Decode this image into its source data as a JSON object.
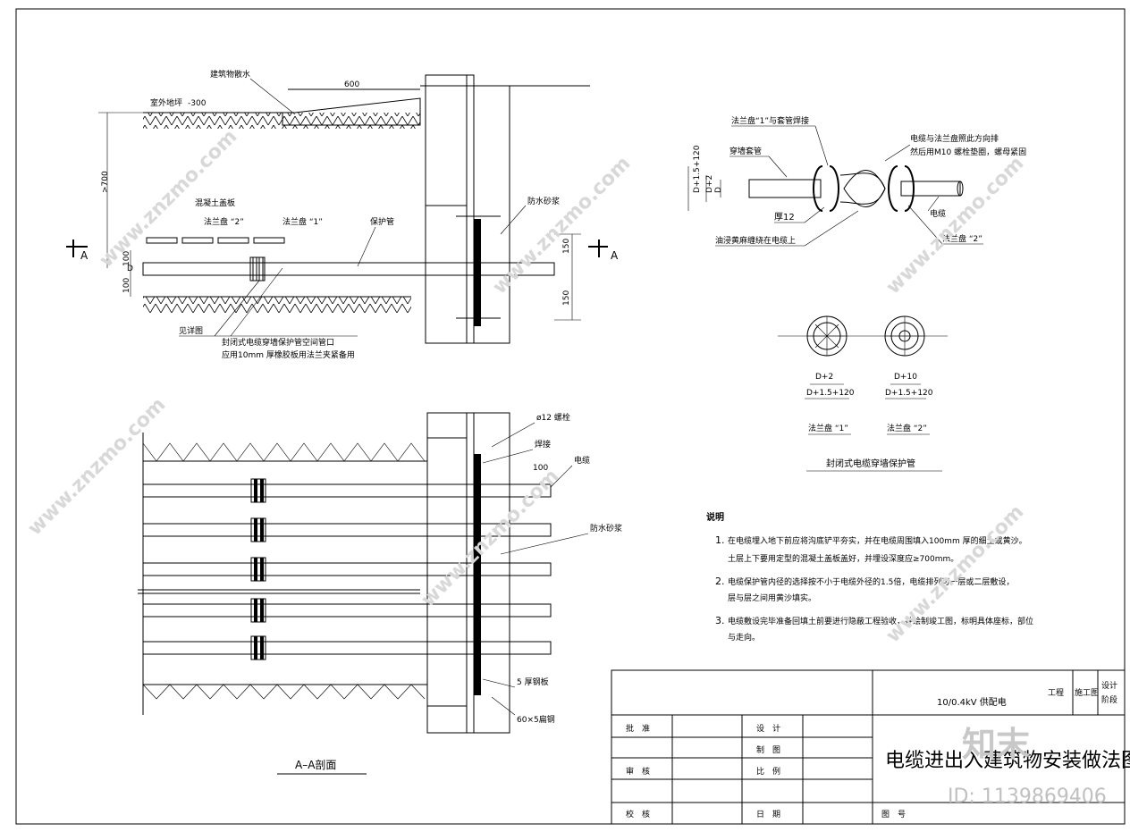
{
  "drawing": {
    "top_section": {
      "building_drip": "建筑物散水",
      "dim_600": "600",
      "outdoor_grade": "室外地坪",
      "grade_elev": "-300",
      "depth_dim": ">700",
      "concrete_cover": "混凝土盖板",
      "flange2": "法兰盘 “2”",
      "flange1": "法兰盘 “1”",
      "protect_pipe": "保护管",
      "waterproof_mortar": "防水砂浆",
      "dim_150_a": "150",
      "dim_150_b": "150",
      "dim_100_a": "100",
      "dim_100_b": "100",
      "dim_d": "D",
      "section_mark": "A",
      "see_detail": "见详图",
      "note_line1": "封闭式电缆穿墙保护管空间管口",
      "note_line2": "应用10mm 厚橡胶板用法兰夹紧备用"
    },
    "detail_right": {
      "flange_weld": "法兰盘“1”与套管焊接",
      "sleeve": "穿墙套管",
      "bolt_note1": "电缆与法兰盘照此方向排",
      "bolt_note2": "然后用M10 螺栓垫圈，螺母紧固",
      "thick12": "厚12",
      "cable": "电缆",
      "wrap": "油浸黄麻缠绕在电缆上",
      "flange2": "法兰盘 “2”",
      "dim_outer": "D+1.5+120",
      "dim_inner1": "D+2",
      "dim_d": "D",
      "plan_d2": "D+2",
      "plan_outer1": "D+1.5+120",
      "plan_d10": "D+10",
      "plan_outer2": "D+1.5+120",
      "plan_label1": "法兰盘 “1”",
      "plan_label2": "法兰盘 “2”",
      "plan_title": "封闭式电缆穿墙保护管"
    },
    "section_aa": {
      "bolt": "ø12 螺栓",
      "weld": "焊接",
      "dim_100": "100",
      "cable": "电缆",
      "waterproof_mortar": "防水砂浆",
      "steel_plate": "5 厚钢板",
      "flat_steel": "60×5扁钢",
      "title": "A–A剖面"
    },
    "notes": {
      "heading": "说明",
      "n1_num": "1.",
      "n1_l1": "在电缆埋入地下前应将沟底铲平夯实，并在电缆周围填入100mm 厚的细土或黄沙。",
      "n1_l2": "土层上下要用定型的混凝土盖板盖好，并埋设深度应≥700mm。",
      "n2_num": "2.",
      "n2_l1": "电缆保护管内径的选择按不小于电缆外径的1.5倍，电缆排列可一层或二层敷设，",
      "n2_l2": "层与层之间用黄沙填实。",
      "n3_num": "3.",
      "n3_l1": "电缆敷设完毕准备回填土前要进行隐蔽工程验收，并绘制竣工图，标明具体座标，部位",
      "n3_l2": "与走向。"
    },
    "title_block": {
      "project": "10/0.4kV 供配电",
      "gongcheng": "工程",
      "stage": "施工图",
      "design": "设计",
      "phase": "阶段",
      "approve": "批　准",
      "review": "审　核",
      "check": "校　核",
      "design2": "设　计",
      "draw": "制　图",
      "scale": "比　例",
      "date": "日　期",
      "drawing_no": "图　号",
      "title": "电缆进出入建筑物安装做法图"
    },
    "watermark": {
      "site": "www.znzmo.com",
      "brand": "知末",
      "id": "ID: 1139869406"
    }
  }
}
